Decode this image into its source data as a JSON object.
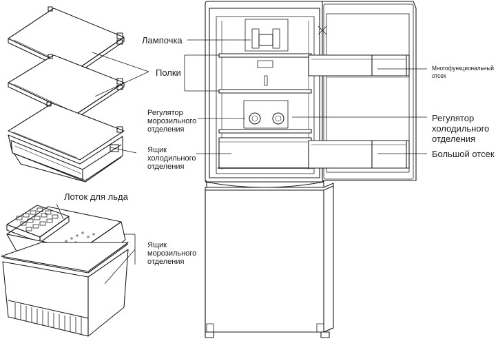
{
  "labels": {
    "lamp": "Лампочка",
    "shelves": "Полки",
    "freezer_regulator": [
      "Регулятор",
      "морозильного",
      "отделения"
    ],
    "fridge_drawer": [
      "Ящик",
      "холодильного",
      "отделения"
    ],
    "ice_tray": "Лоток для льда",
    "freezer_drawer": [
      "Ящик",
      "морозильного",
      "отделения"
    ],
    "multi_compartment": [
      "Многофункциональный",
      "отсек"
    ],
    "fridge_regulator": [
      "Регулятор",
      "холодильного",
      "отделения"
    ],
    "large_compartment": "Большой отсек"
  },
  "colors": {
    "stroke": "#1a1a1a",
    "background": "#ffffff"
  }
}
